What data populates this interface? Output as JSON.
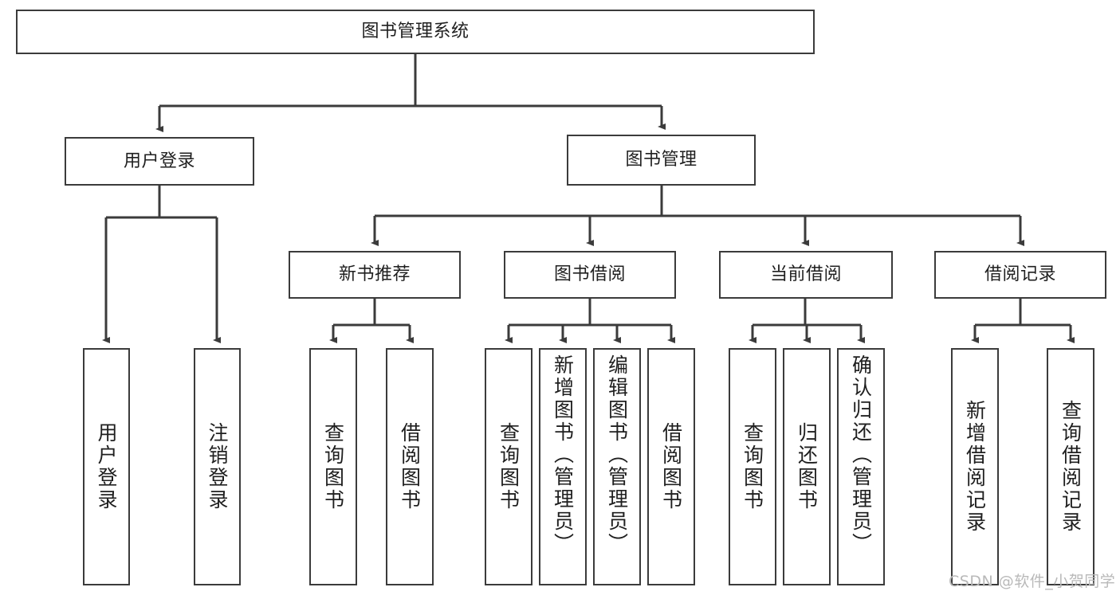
{
  "diagram": {
    "title": "图书管理系统",
    "type": "tree-hierarchy",
    "root": {
      "label": "图书管理系统"
    },
    "level2": [
      {
        "label": "用户登录"
      },
      {
        "label": "图书管理"
      }
    ],
    "level3": [
      {
        "label": "新书推荐"
      },
      {
        "label": "图书借阅"
      },
      {
        "label": "当前借阅"
      },
      {
        "label": "借阅记录"
      }
    ],
    "leaves": {
      "user_login": [
        {
          "label": "用户登录"
        },
        {
          "label": "注销登录"
        }
      ],
      "new_book_recommend": [
        {
          "label": "查询图书"
        },
        {
          "label": "借阅图书"
        }
      ],
      "book_borrow": [
        {
          "label": "查询图书"
        },
        {
          "label": "新增图书（管理员）"
        },
        {
          "label": "编辑图书（管理员）"
        },
        {
          "label": "借阅图书"
        }
      ],
      "current_borrow": [
        {
          "label": "查询图书"
        },
        {
          "label": "归还图书"
        },
        {
          "label": "确认归还（管理员）"
        }
      ],
      "borrow_record": [
        {
          "label": "新增借阅记录"
        },
        {
          "label": "查询借阅记录"
        }
      ]
    }
  },
  "watermark": {
    "text": "CSDN @软件_小贺同学"
  },
  "colors": {
    "stroke": "#3b3b3b",
    "text": "#1f1f1f",
    "background": "#ffffff",
    "watermark": "#b9b9b9"
  }
}
